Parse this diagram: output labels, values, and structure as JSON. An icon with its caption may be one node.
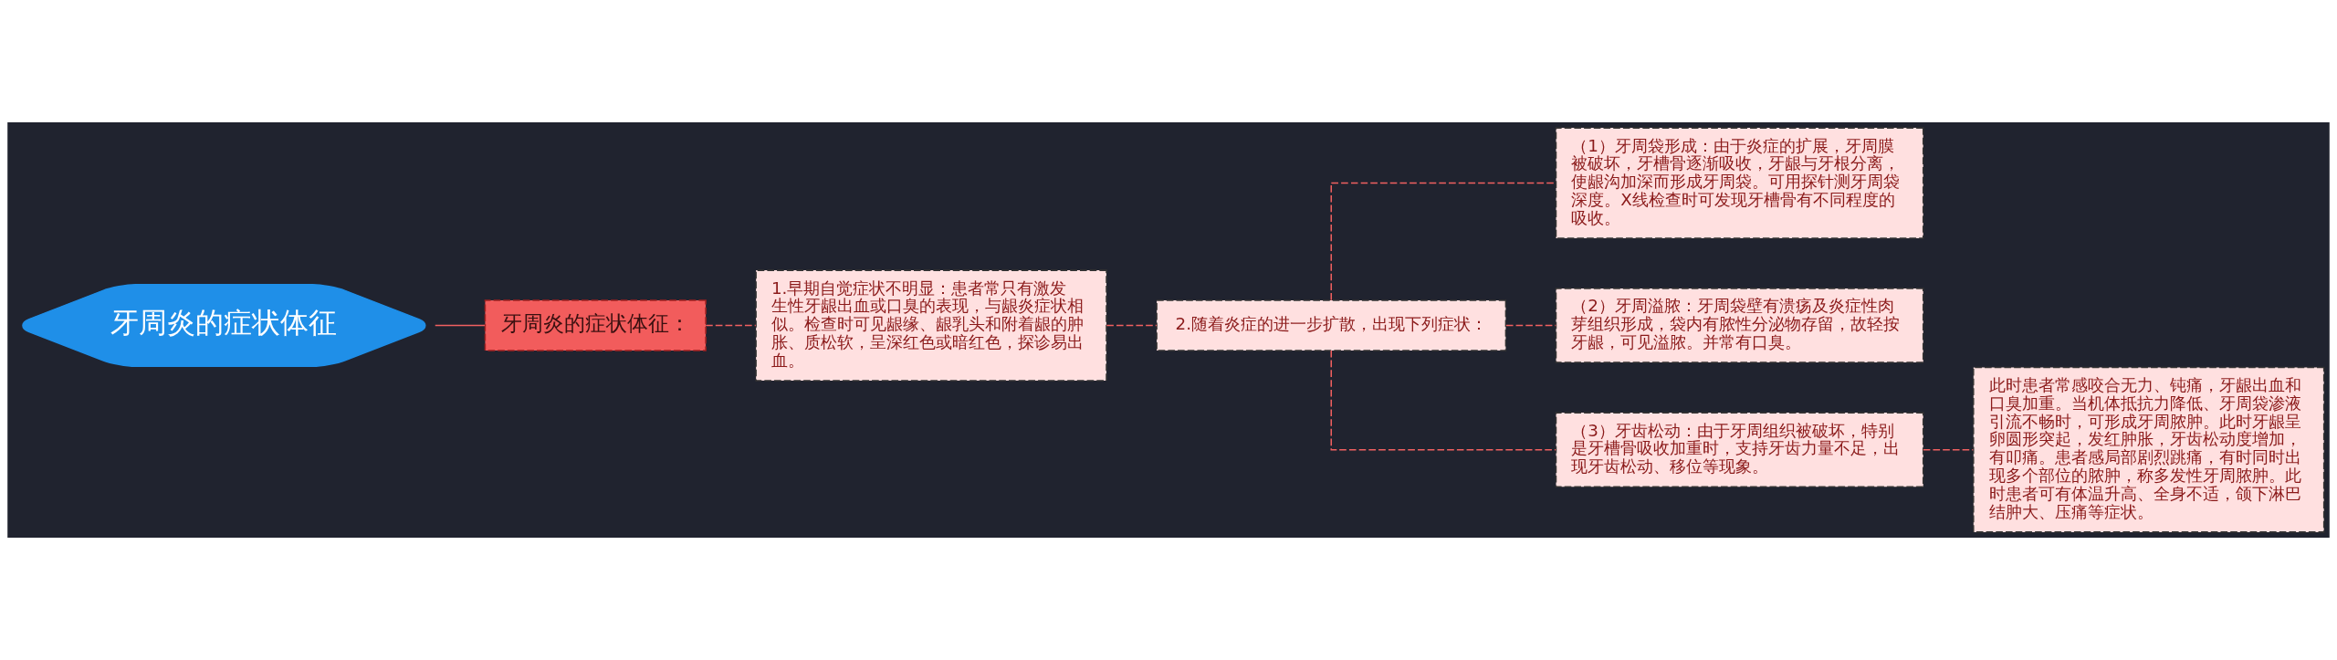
{
  "diagram": {
    "nodes": [
      {
        "text": [
          "牙周炎的症状体征"
        ]
      },
      {
        "text": [
          "牙周炎的症状体征："
        ]
      },
      {
        "text": [
          "1.早期自觉症状不明显：患者常只有激发生性牙龈出血或口臭的表现，与龈炎症状相似。检查时可见龈缘、龈乳头和附着龈的肿胀、质松软，呈深红色或暗红色，探诊易出血。"
        ]
      },
      {
        "text": [
          "2.随着炎症的进一步扩散，出现下列症状："
        ]
      },
      {
        "text": [
          "（1）牙周袋形成：由于炎症的扩展，牙周膜被破坏，牙槽骨逐渐吸收，牙龈与牙根分离，使龈沟加深而形成牙周袋。可用探针测牙周袋深度。X线检查时可发现牙槽骨有不同程度的吸收。"
        ]
      },
      {
        "text": [
          "（2）牙周溢脓：牙周袋壁有溃疡及炎症性肉芽组织形成，袋内有脓性分泌物存留，故轻按牙龈，可见溢脓。并常有口臭。"
        ]
      },
      {
        "text": [
          "（3）牙齿松动：由于牙周组织被破坏，特别是牙槽骨吸收加重时，支持牙齿力量不足，出现牙齿松动、移位等现象。"
        ]
      },
      {
        "text": [
          "此时患者常感咬合无力、钝痛，牙龈出血和口臭加重。当机体抵抗力降低、牙周袋渗液引流不畅时，可形成牙周脓肿。此时牙龈呈卵圆形突起，发红肿胀，牙齿松动度增加，有叩痛。患者感局部剧烈跳痛，有时同时出现多个部位的脓肿，称多发性牙周脓肿。此时患者可有体温升高、全身不适，颌下淋巴结肿大、压痛等症状。"
        ]
      }
    ],
    "edges": [
      {
        "from": 0,
        "to": 1,
        "arrow": "none"
      },
      {
        "from": 1,
        "to": 2,
        "arrow": "none",
        "style": "dashed"
      },
      {
        "from": 2,
        "to": 3,
        "arrow": "none",
        "style": "dashed"
      },
      {
        "from": 3,
        "to": 4,
        "arrow": "none",
        "style": "dashed"
      },
      {
        "from": 3,
        "to": 5,
        "arrow": "none",
        "style": "dashed"
      },
      {
        "from": 3,
        "to": 6,
        "arrow": "none",
        "style": "dashed"
      },
      {
        "from": 6,
        "to": 7,
        "arrow": "none",
        "style": "dashed"
      }
    ]
  }
}
